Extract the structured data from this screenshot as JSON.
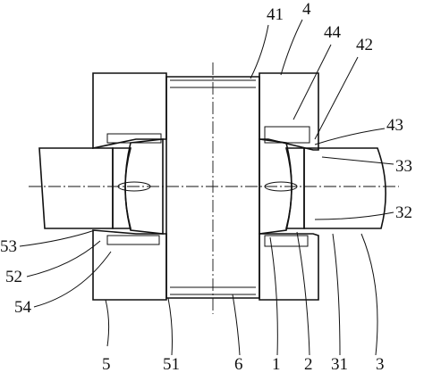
{
  "figure": {
    "type": "mechanical-cross-section",
    "line_color": "#111111",
    "background": "#ffffff"
  },
  "labels": {
    "l41": "41",
    "l4": "4",
    "l44": "44",
    "l42": "42",
    "l43": "43",
    "l33": "33",
    "l32": "32",
    "l53": "53",
    "l52": "52",
    "l54": "54",
    "l5": "5",
    "l51": "51",
    "l6": "6",
    "l1": "1",
    "l2": "2",
    "l31": "31",
    "l3": "3"
  }
}
